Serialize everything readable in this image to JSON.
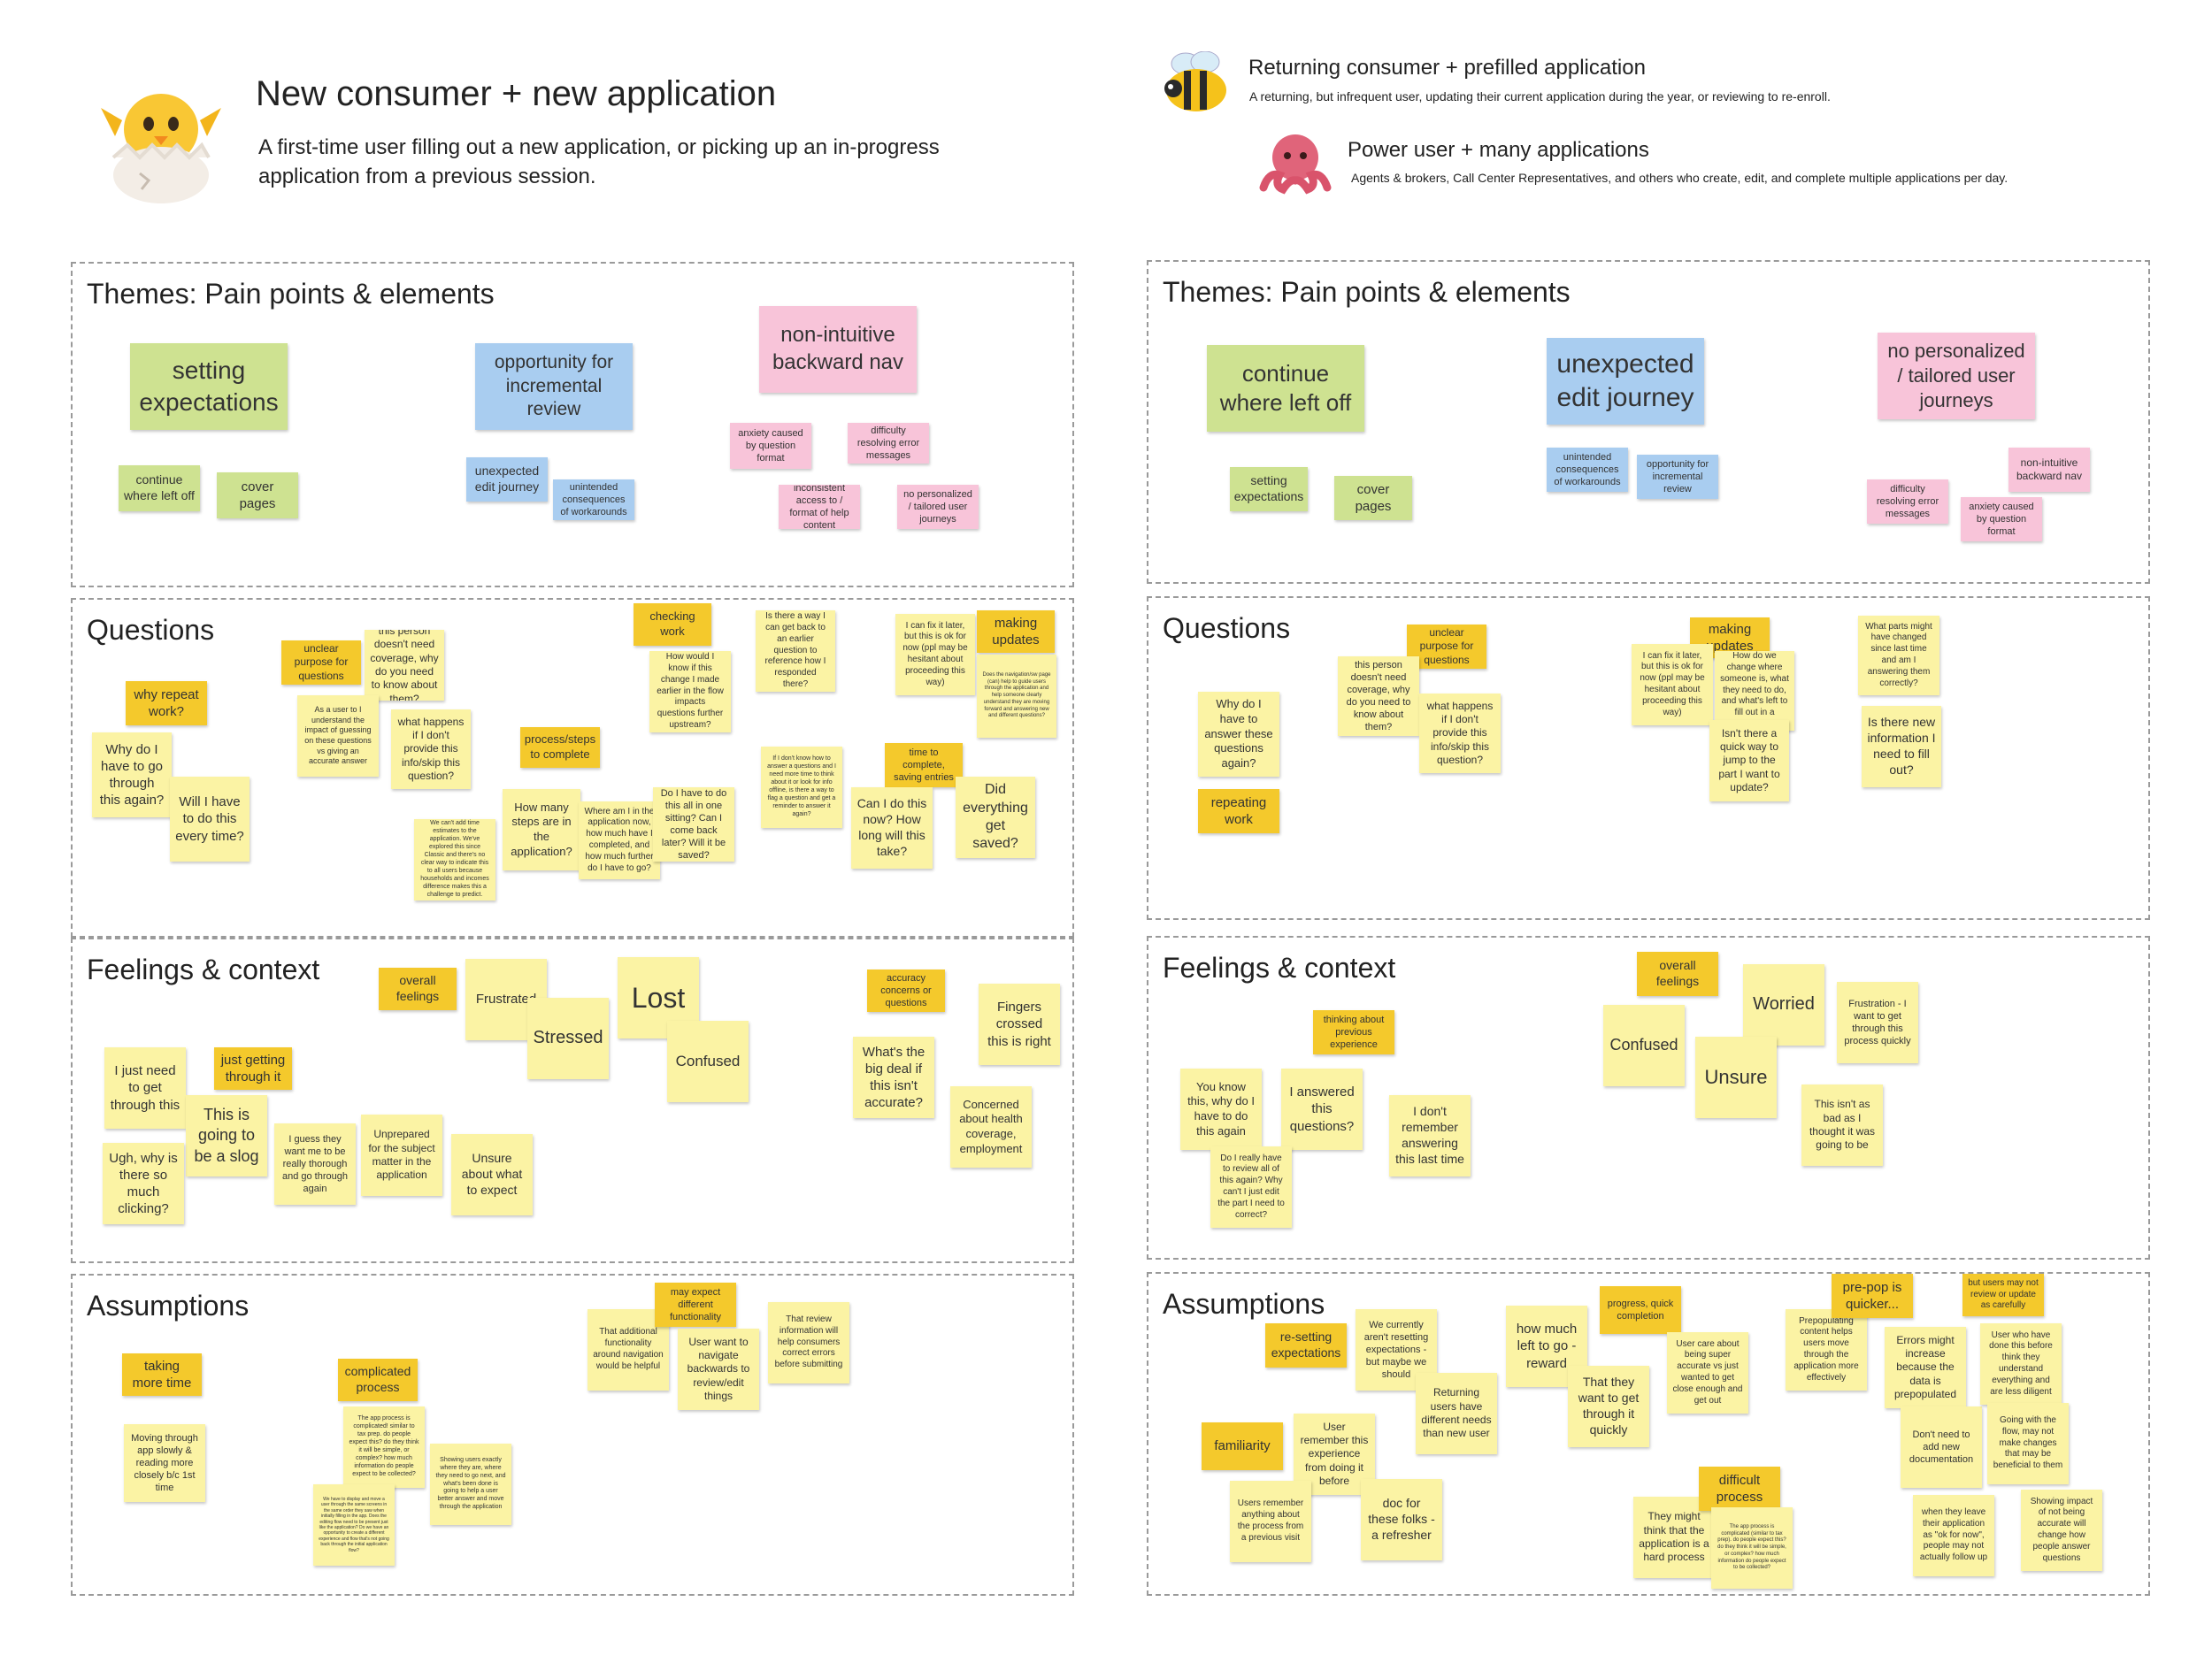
{
  "colors": {
    "sticky_yellow": "#fbf3a4",
    "sticky_orange": "#f4c92c",
    "sticky_green": "#cee291",
    "sticky_blue": "#a9cdf0",
    "sticky_pink": "#f8c4d9",
    "frame_border": "#9a9a9a"
  },
  "header": {
    "new": {
      "icon": "hatching-chick-icon",
      "title": "New consumer + new application",
      "subtitle_1": "A first-time user filling out a new application, or picking up an in-progress",
      "subtitle_2": "application from a previous session."
    },
    "returning": {
      "icon": "bee-icon",
      "title": "Returning consumer + prefilled application",
      "subtitle": "A returning, but infrequent user, updating their current application during the year, or reviewing to re-enroll."
    },
    "power": {
      "icon": "octopus-icon",
      "title": "Power user + many applications",
      "subtitle": "Agents & brokers, Call Center Representatives, and others who create, edit, and complete multiple applications per day."
    }
  },
  "left": {
    "themes": {
      "title": "Themes: Pain points & elements",
      "notes": [
        "setting expectations",
        "continue where left off",
        "cover pages",
        "opportunity for incremental review",
        "unexpected edit journey",
        "unintended consequences of workarounds",
        "non-intuitive backward nav",
        "anxiety caused by question format",
        "difficulty resolving error messages",
        "inconsistent access to / format of help content",
        "no personalized / tailored user journeys"
      ]
    },
    "questions": {
      "title": "Questions",
      "notes": [
        "why repeat work?",
        "Why do I have to go through this again?",
        "Will I have to do this every time?",
        "unclear purpose for questions",
        "this person doesn't need coverage, why do you need to know about them?",
        "As a user to I understand the impact of guessing on these questions vs giving an accurate answer",
        "what happens if I don't provide this info/skip this question?",
        "process/steps to complete",
        "We can't add time estimates to the application. We've explored this since Classic and there's no clear way to indicate this to all users because households and incomes difference makes this a challenge to predict.",
        "How many steps are in the application?",
        "Where am I in the application now, how much have I completed, and how much further do I have to go?",
        "Do I have to do this all in one sitting? Can I come back later? Will it be saved?",
        "checking work",
        "How would I know if this change I made earlier in the flow impacts questions further upstream?",
        "Is there a way I can get back to an earlier question to reference how I responded there?",
        "If I don't know how to answer a questions and I need more time to think about it or look for info offline, is there a way to flag a question and get a reminder to answer it again?",
        "I can fix it later, but this is ok for now (ppl may be hesitant about proceeding this way)",
        "making updates",
        "Does the navigation/sw page (can) help to guide users through the application and help someone clearly understand they are moving forward and answering new and different questions?",
        "time to complete, saving entries",
        "Can I do this now? How long will this take?",
        "Did everything get saved?"
      ]
    },
    "feelings": {
      "title": "Feelings & context",
      "notes": [
        "overall feelings",
        "Frustrated",
        "Lost",
        "Stressed",
        "Confused",
        "I just need to get through this",
        "just getting through it",
        "This is going to be a slog",
        "Ugh, why is there so much clicking?",
        "I guess they want me to be really thorough and go through again",
        "Unprepared for the subject matter in the application",
        "Unsure about what to expect",
        "accuracy concerns or questions",
        "Fingers crossed this is right",
        "What's the big deal if this isn't accurate?",
        "Concerned about health coverage, employment"
      ]
    },
    "assumptions": {
      "title": "Assumptions",
      "notes": [
        "taking more time",
        "Moving through app slowly & reading more closely b/c 1st time",
        "complicated process",
        "The app process is complicated! similar to tax prep. do people expect this? do they think it will be simple, or complex? how much information do people expect to be collected?",
        "We have to display and move a user through the same screens in the same order they saw when initially filling in the app. Does the editing flow need to be present just like the application? Do we have an opportunity to create a different experience and flow that's not going back through the initial application flow?",
        "Showing users exactly where they are, where they need to go next, and what's been done is going to help a user better answer and move through the application",
        "That additional functionality around navigation would be helpful",
        "may expect different functionality",
        "User want to navigate backwards to review/edit things",
        "That review information will help consumers correct errors before submitting"
      ]
    }
  },
  "right": {
    "themes": {
      "title": "Themes: Pain points & elements",
      "notes": [
        "continue where left off",
        "setting expectations",
        "cover pages",
        "unexpected edit journey",
        "unintended consequences of workarounds",
        "opportunity for incremental review",
        "no personalized / tailored user journeys",
        "non-intuitive backward nav",
        "difficulty resolving error messages",
        "anxiety caused by question format"
      ]
    },
    "questions": {
      "title": "Questions",
      "notes": [
        "unclear purpose for questions",
        "Why do I have to answer these questions again?",
        "repeating work",
        "this person doesn't need coverage, why do you need to know about them?",
        "what happens if I don't provide this info/skip this question?",
        "making updates",
        "I can fix it later, but this is ok for now (ppl may be hesitant about proceeding this way)",
        "How do we change where someone is, what they need to do, and what's left to fill out in a prepop app?",
        "Isn't there a quick way to jump to the part I want to update?",
        "What parts might have changed since last time and am I answering them correctly?",
        "Is there new information I need to fill out?"
      ]
    },
    "feelings": {
      "title": "Feelings & context",
      "notes": [
        "thinking about previous experience",
        "You know this, why do I have to do this again",
        "I answered this questions?",
        "Do I really have to review all of this again? Why can't I just edit the part I need to correct?",
        "I don't remember answering this last time",
        "overall feelings",
        "Confused",
        "Worried",
        "Unsure",
        "Frustration - I want to get through this process quickly",
        "This isn't as bad as I thought it was going to be"
      ]
    },
    "assumptions": {
      "title": "Assumptions",
      "notes": [
        "re-setting expectations",
        "We currently aren't resetting expectations - but maybe we should",
        "Returning users have different needs than new user",
        "familiarity",
        "User remember this experience from doing it before",
        "Users remember anything about the process from a previous visit",
        "doc for these folks - a refresher",
        "how much left to go - reward",
        "That they want to get through it quickly",
        "progress, quick completion",
        "User care about being super accurate vs just wanted to get close enough and get out",
        "They might think that the application is a hard process",
        "difficult process",
        "The app process is complicated (similar to tax prep). do people expect this? do they think it will be simple, or complex? how much information do people expect to be collected?",
        "Prepopulating content helps users move through the application more effectively",
        "pre-pop is quicker...",
        "Errors might increase because the data is prepopulated",
        "Don't need to add new documentation",
        "but users may not review or update as carefully",
        "User who have done this before think they understand everything and are less diligent",
        "Going with the flow, may not make changes that may be beneficial to them",
        "when they leave their application as \"ok for now\", people may not actually follow up",
        "Showing impact of not being accurate will change how people answer questions"
      ]
    }
  }
}
